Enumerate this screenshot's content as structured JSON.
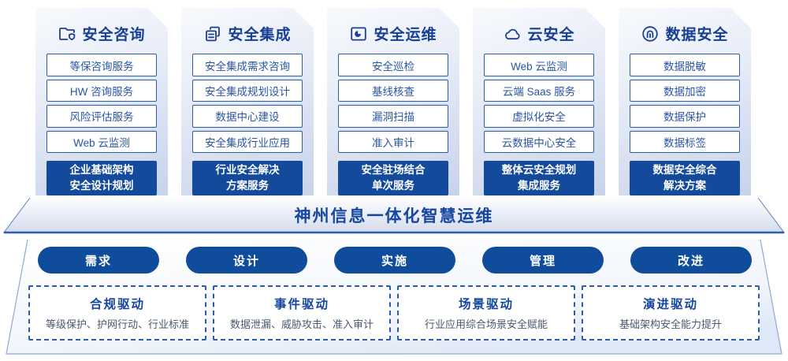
{
  "colors": {
    "primary": "#144a9c",
    "accent_border": "#2e5cab",
    "title_text": "#173f93",
    "item_text": "#2a55a5",
    "desc_text": "#4b5870"
  },
  "columns": [
    {
      "title": "安全咨询",
      "icon": "folder-shield-icon",
      "items": [
        "等保咨询服务",
        "HW 咨询服务",
        "风险评估服务",
        "Web 云监测"
      ],
      "footer_line1": "企业基础架构",
      "footer_line2": "安全设计规划"
    },
    {
      "title": "安全集成",
      "icon": "copy-documents-icon",
      "items": [
        "安全集成需求咨询",
        "安全集成规划设计",
        "数据中心建设",
        "安全集成行业应用"
      ],
      "footer_line1": "行业安全解决",
      "footer_line2": "方案服务"
    },
    {
      "title": "安全运维",
      "icon": "folder-pie-icon",
      "items": [
        "安全巡检",
        "基线核查",
        "漏洞扫描",
        "准入审计"
      ],
      "footer_line1": "安全驻场结合",
      "footer_line2": "单次服务"
    },
    {
      "title": "云安全",
      "icon": "cloud-icon",
      "items": [
        "Web 云监测",
        "云端 Saas 服务",
        "虚拟化安全",
        "云数据中心安全"
      ],
      "footer_line1": "整体云安全规划",
      "footer_line2": "集成服务"
    },
    {
      "title": "数据安全",
      "icon": "fingerprint-icon",
      "items": [
        "数据脱敏",
        "数据加密",
        "数据保护",
        "数据标签"
      ],
      "footer_line1": "数据安全综合",
      "footer_line2": "解决方案"
    }
  ],
  "banner": {
    "title": "神州信息一体化智慧运维"
  },
  "process_pills": [
    "需求",
    "设计",
    "实施",
    "管理",
    "改进"
  ],
  "drivers": [
    {
      "title": "合规驱动",
      "desc": "等级保护、护网行动、行业标准"
    },
    {
      "title": "事件驱动",
      "desc": "数据泄漏、威胁攻击、准入审计"
    },
    {
      "title": "场景驱动",
      "desc": "行业应用综合场景安全赋能"
    },
    {
      "title": "演进驱动",
      "desc": "基础架构安全能力提升"
    }
  ]
}
